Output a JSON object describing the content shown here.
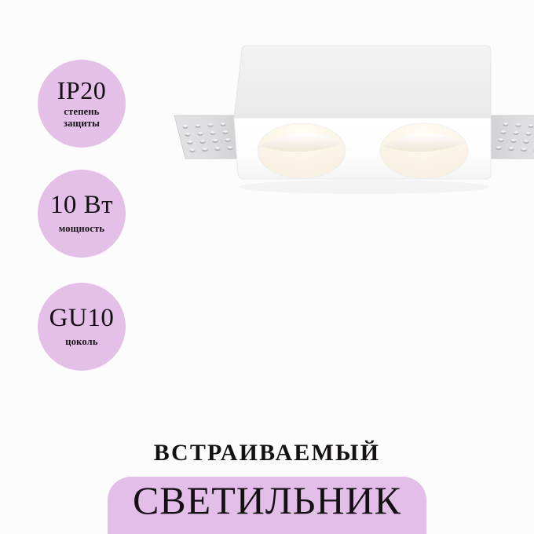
{
  "theme": {
    "background": "#fcfcfc",
    "badge_bg": "#e4bfe8",
    "banner_bg": "#e2bee8",
    "text_color": "#141014",
    "body_white": "#ffffff",
    "body_shade": "#f0f0f0",
    "aperture_cream": "#fbf5ea",
    "flange_gray": "#d8d8da"
  },
  "product": {
    "name": "recessed-double-downlight",
    "description": "Белый встраиваемый двойной светильник с перфорированными монтажными пластинами",
    "body_color": "#ffffff",
    "aperture_count": 2
  },
  "badges": [
    {
      "id": "ip-rating",
      "value": "IP20",
      "caption": "степень\nзащиты"
    },
    {
      "id": "power",
      "value": "10 Вт",
      "caption": "мощность"
    },
    {
      "id": "socket",
      "value": "GU10",
      "caption": "цоколь"
    }
  ],
  "title": {
    "kicker": "ВСТРАИВАЕМЫЙ",
    "main": "СВЕТИЛЬНИК"
  }
}
